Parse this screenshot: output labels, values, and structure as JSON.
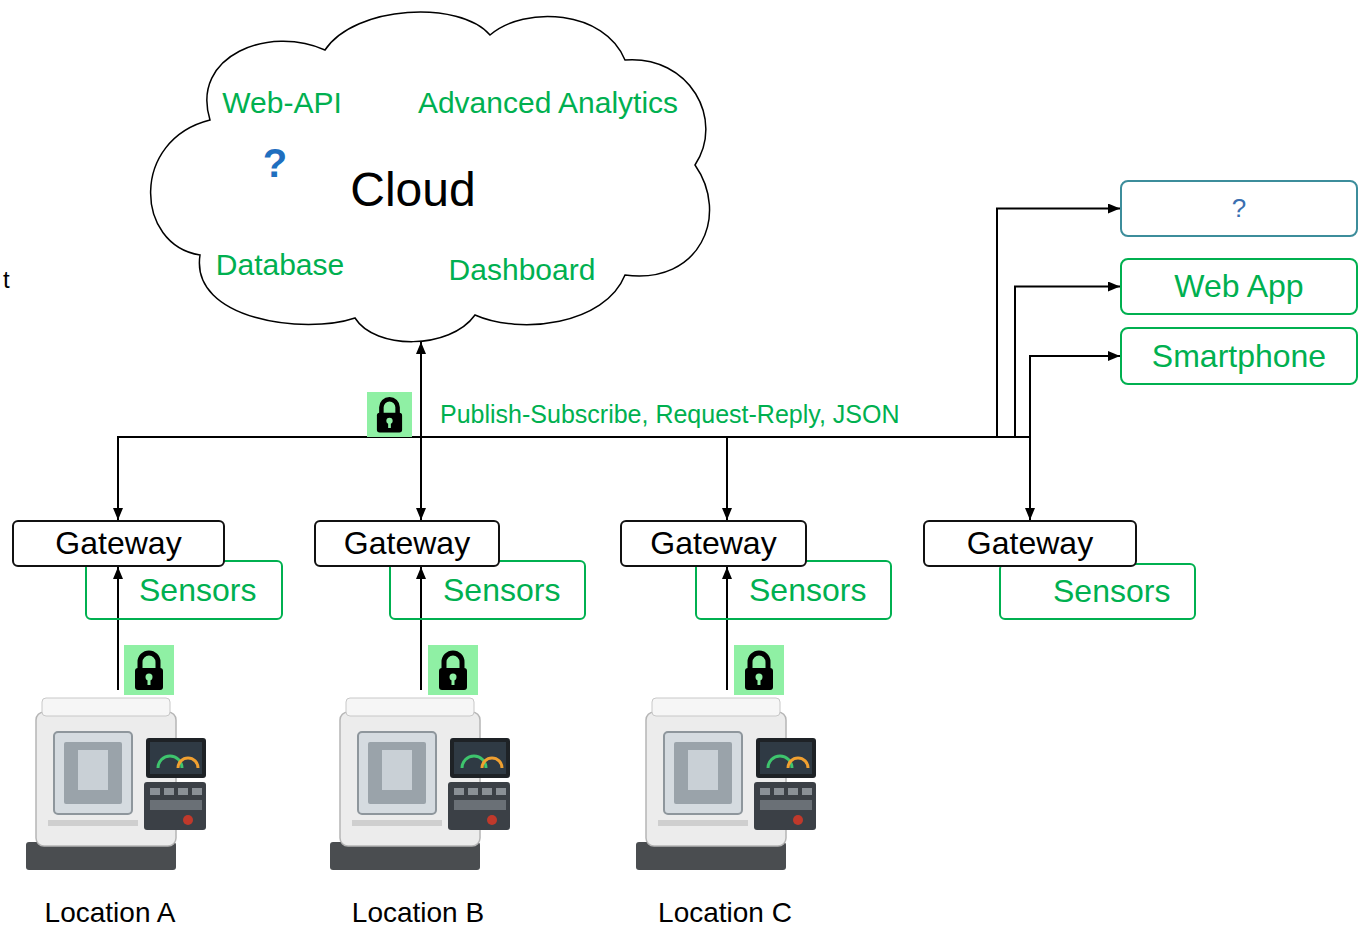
{
  "diagram": {
    "nodes": [
      {
        "text": [
          "Web-API",
          "Advanced Analytics",
          "?",
          "Cloud",
          "Database",
          "Dashboard"
        ]
      },
      {
        "text": [
          "?"
        ]
      },
      {
        "text": [
          "Web App"
        ]
      },
      {
        "text": [
          "Smartphone"
        ]
      },
      {
        "text": [
          "Gateway"
        ]
      },
      {
        "text": [
          "Sensors"
        ]
      },
      {
        "text": [
          "Gateway"
        ]
      },
      {
        "text": [
          "Sensors"
        ]
      },
      {
        "text": [
          "Gateway"
        ]
      },
      {
        "text": [
          "Sensors"
        ]
      },
      {
        "text": [
          "Gateway"
        ]
      },
      {
        "text": [
          "Sensors"
        ]
      },
      {
        "text": [
          "Location A"
        ]
      },
      {
        "text": [
          "Location B"
        ]
      },
      {
        "text": [
          "Location C"
        ]
      }
    ],
    "edges": [
      {
        "from": 0,
        "to": 4,
        "arrow": "to"
      },
      {
        "from": 0,
        "to": 6,
        "arrow": "both",
        "label": "Publish-Subscribe, Request-Reply, JSON"
      },
      {
        "from": 0,
        "to": 8,
        "arrow": "to"
      },
      {
        "from": 0,
        "to": 10,
        "arrow": "to"
      },
      {
        "from": 0,
        "to": 1,
        "arrow": "to"
      },
      {
        "from": 0,
        "to": 2,
        "arrow": "to"
      },
      {
        "from": 0,
        "to": 3,
        "arrow": "to"
      },
      {
        "from": 12,
        "to": 4,
        "arrow": "to"
      },
      {
        "from": 13,
        "to": 6,
        "arrow": "to"
      },
      {
        "from": 14,
        "to": 8,
        "arrow": "to"
      }
    ],
    "labels": [
      "t"
    ]
  }
}
